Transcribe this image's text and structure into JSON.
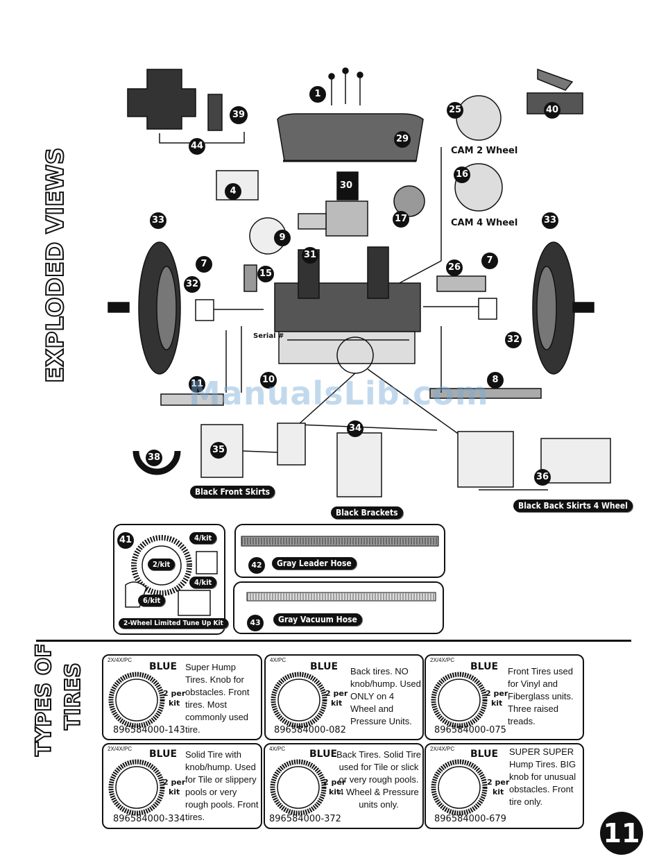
{
  "section_title": "EXPLODED VIEWS",
  "parts": {
    "n1": "1",
    "n4": "4",
    "n7a": "7",
    "n7b": "7",
    "n8": "8",
    "n9": "9",
    "n10": "10",
    "n11": "11",
    "n15": "15",
    "n16": "16",
    "n17": "17",
    "n25": "25",
    "n26": "26",
    "n29": "29",
    "n30": "30",
    "n31": "31",
    "n32a": "32",
    "n32b": "32",
    "n33a": "33",
    "n33b": "33",
    "n34": "34",
    "n35": "35",
    "n36": "36",
    "n38": "38",
    "n39": "39",
    "n40": "40",
    "n44": "44"
  },
  "cam2_label": "CAM 2 Wheel",
  "cam4_label": "CAM 4 Wheel",
  "serial_label": "Serial #",
  "callouts": {
    "front_skirts": "Black Front Skirts",
    "brackets": "Black Brackets",
    "back_skirts": "Black Back Skirts 4 Wheel"
  },
  "kit": {
    "number": "41",
    "qty_4a": "4/kit",
    "qty_2": "2/kit",
    "qty_4b": "4/kit",
    "qty_6": "6/kit",
    "label": "2-Wheel Limited Tune Up Kit"
  },
  "hoses": [
    {
      "number": "42",
      "label": "Gray Leader Hose"
    },
    {
      "number": "43",
      "label": "Gray Vacuum Hose"
    }
  ],
  "tires_title": [
    "TYPES OF",
    "TIRES"
  ],
  "tires": [
    {
      "compat": "2X/4X/PC",
      "color": "BLUE",
      "kit": "2 per\nkit",
      "part": "896584000-143",
      "desc": "Super Hump Tires.  Knob for obstacles. Front tires. Most commonly used tire."
    },
    {
      "compat": "4X/PC",
      "color": "BLUE",
      "kit": "2 per\nkit",
      "part": "896584000-082",
      "desc": "Back tires. NO knob/hump. Used ONLY on 4 Wheel and Pressure Units."
    },
    {
      "compat": "2X/4X/PC",
      "color": "BLUE",
      "kit": "2 per\nkit",
      "part": "896584000-075",
      "desc": "Front Tires used for Vinyl and Fiberglass units. Three raised treads."
    },
    {
      "compat": "2X/4X/PC",
      "color": "BLUE",
      "kit": "2 per\nkit",
      "part": "896584000-334",
      "desc": "Solid Tire with knob/hump. Used for Tile or slippery pools or very rough pools. Front tires."
    },
    {
      "compat": "4X/PC",
      "color": "BLUE",
      "kit": "2 per\nkit",
      "part": "896584000-372",
      "desc": "Back Tires. Solid Tire used for Tile or slick or very rough pools. 4 Wheel & Pressure units only."
    },
    {
      "compat": "2X/4X/PC",
      "color": "BLUE",
      "kit": "2 per\nkit",
      "part": "896584000-679",
      "desc": "SUPER SUPER Hump Tires. BIG knob for unusual obstacles. Front tire only."
    }
  ],
  "watermark": "ManualsLib.com",
  "page_number": "11"
}
